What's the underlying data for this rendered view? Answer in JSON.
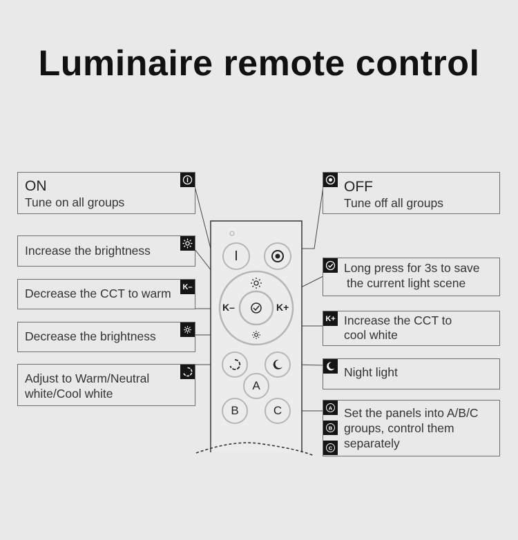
{
  "title": "Luminaire remote control",
  "labels": {
    "on": {
      "heading": "ON",
      "desc": "Tune on all groups",
      "badge": "I"
    },
    "off": {
      "heading": "OFF",
      "desc": "Tune off all groups"
    },
    "increase_brightness": {
      "text": "Increase the brightness"
    },
    "decrease_cct": {
      "text": "Decrease the CCT to warm",
      "badge": "K–"
    },
    "decrease_brightness": {
      "text": "Decrease the brightness"
    },
    "adjust_white": {
      "line1": "Adjust to Warm/Neutral",
      "line2": "white/Cool white"
    },
    "save_scene": {
      "line1": "Long press for 3s to save",
      "line2": "the current light scene"
    },
    "increase_cct": {
      "line1": "Increase the CCT to",
      "line2": "cool white",
      "badge": "K+"
    },
    "night_light": {
      "text": "Night light"
    },
    "groups": {
      "line1": "Set the panels into A/B/C",
      "line2": "groups, control them",
      "line3": "separately",
      "badge_a": "A",
      "badge_b": "B",
      "badge_c": "C"
    }
  },
  "remote": {
    "on_button": "I",
    "k_minus": "K–",
    "k_plus": "K+",
    "group_a": "A",
    "group_b": "B",
    "group_c": "C"
  },
  "icons": {
    "on": "power-on-icon",
    "off": "power-off-icon",
    "brightness_up": "sun-icon",
    "brightness_down": "small-sun-icon",
    "cycle": "cycle-icon",
    "night": "moon-icon",
    "save": "check-icon"
  }
}
